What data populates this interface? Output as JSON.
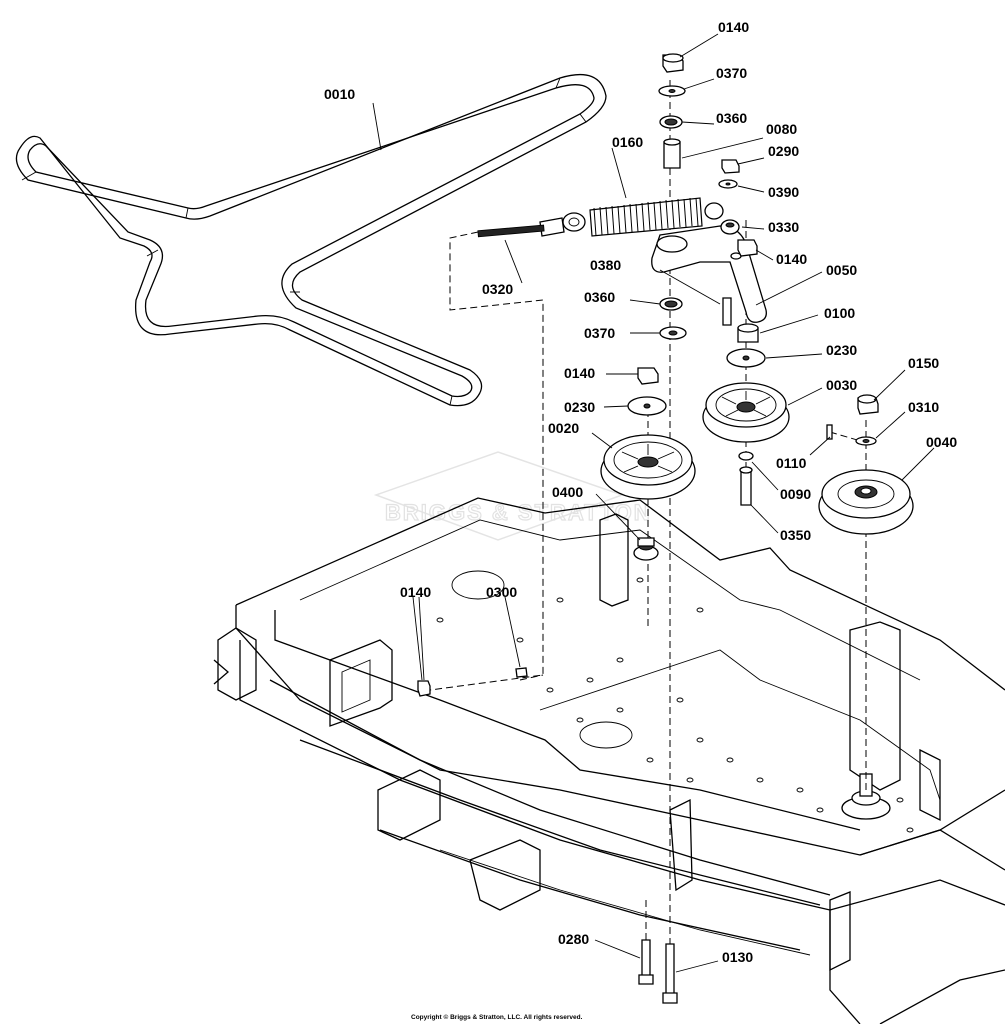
{
  "watermark": "BRIGGS & STRATTON",
  "copyright": "Copyright © Briggs & Stratton, LLC. All rights reserved.",
  "callouts": {
    "c0010": "0010",
    "c0020": "0020",
    "c0030": "0030",
    "c0040": "0040",
    "c0050": "0050",
    "c0080": "0080",
    "c0090": "0090",
    "c0100": "0100",
    "c0110": "0110",
    "c0130": "0130",
    "c0140_top": "0140",
    "c0140_arm": "0140",
    "c0140_left": "0140",
    "c0140_deck": "0140",
    "c0150": "0150",
    "c0160": "0160",
    "c0230_right": "0230",
    "c0230_left": "0230",
    "c0280": "0280",
    "c0290": "0290",
    "c0300": "0300",
    "c0310": "0310",
    "c0320": "0320",
    "c0330": "0330",
    "c0350": "0350",
    "c0360_top": "0360",
    "c0360_mid": "0360",
    "c0370_top": "0370",
    "c0370_mid": "0370",
    "c0380": "0380",
    "c0390": "0390",
    "c0400": "0400"
  }
}
